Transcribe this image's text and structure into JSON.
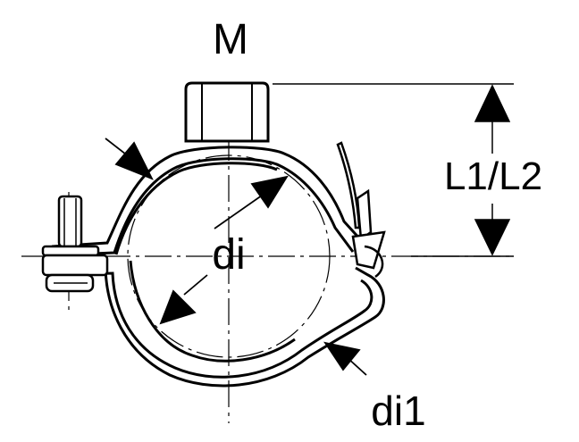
{
  "diagram": {
    "labels": {
      "thread": "M",
      "height": "L1/L2",
      "inner_diameter": "di",
      "outer_diameter": "di1"
    },
    "colors": {
      "line": "#000000",
      "background": "#ffffff"
    }
  }
}
